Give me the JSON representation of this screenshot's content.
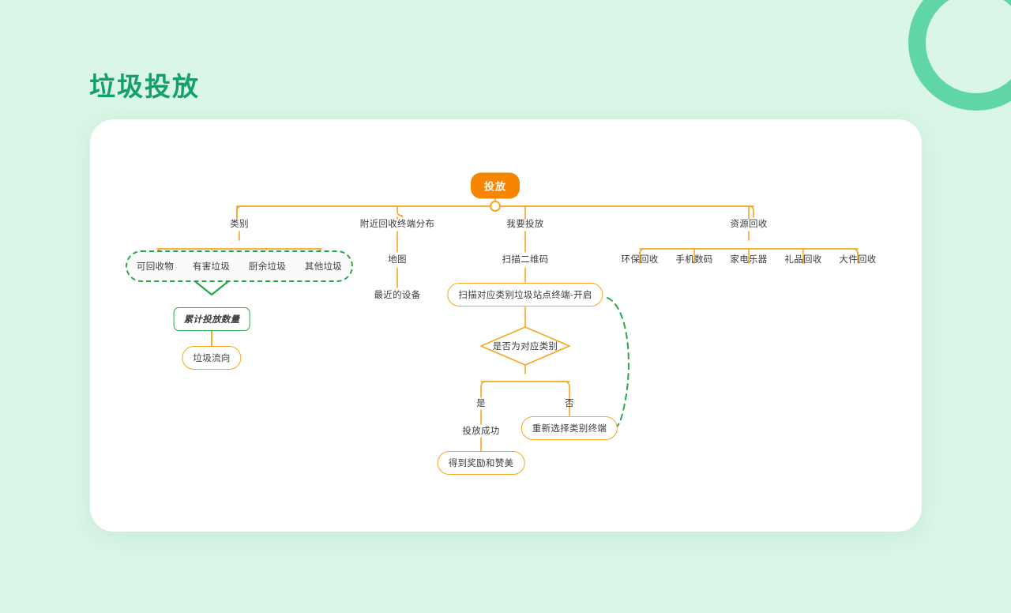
{
  "page": {
    "title": "垃圾投放",
    "title_color": "#14a06a",
    "background_color": "#d9f6e6",
    "card_color": "#ffffff",
    "accent_orange": "#f5a623",
    "accent_green": "#23a94a"
  },
  "decor": {
    "ring_name": "green-ring-decoration"
  },
  "chart_data": {
    "type": "diagram",
    "title": "垃圾投放",
    "root": "投放",
    "branches": [
      {
        "label": "类别",
        "children": [
          "可回收物",
          "有害垃圾",
          "厨余垃圾",
          "其他垃圾"
        ],
        "grouped_dashed": true,
        "flow": [
          "累计投放数量",
          "垃圾流向"
        ]
      },
      {
        "label": "附近回收终端分布",
        "chain": [
          "地图",
          "最近的设备"
        ]
      },
      {
        "label": "我要投放",
        "chain": [
          "扫描二维码",
          "扫描对应类别垃圾站点终端-开启"
        ],
        "decision": "是否为对应类别",
        "yes_label": "是",
        "no_label": "否",
        "yes_path": [
          "投放成功",
          "得到奖励和赞美"
        ],
        "no_path": [
          "重新选择类别终端"
        ],
        "loop_back_to": "扫描对应类别垃圾站点终端-开启"
      },
      {
        "label": "资源回收",
        "children": [
          "环保回收",
          "手机数码",
          "家电乐器",
          "礼品回收",
          "大件回收"
        ]
      }
    ]
  },
  "nodes": {
    "root": "投放",
    "b1_label": "类别",
    "b1_c1": "可回收物",
    "b1_c2": "有害垃圾",
    "b1_c3": "厨余垃圾",
    "b1_c4": "其他垃圾",
    "b1_sum": "累计投放数量",
    "b1_flow": "垃圾流向",
    "b2_label": "附近回收终端分布",
    "b2_c1": "地图",
    "b2_c2": "最近的设备",
    "b3_label": "我要投放",
    "b3_c1": "扫描二维码",
    "b3_c2": "扫描对应类别垃圾站点终端-开启",
    "b3_decision": "是否为对应类别",
    "b3_yes": "是",
    "b3_no": "否",
    "b3_yes_1": "投放成功",
    "b3_yes_2": "得到奖励和赞美",
    "b3_no_1": "重新选择类别终端",
    "b4_label": "资源回收",
    "b4_c1": "环保回收",
    "b4_c2": "手机数码",
    "b4_c3": "家电乐器",
    "b4_c4": "礼品回收",
    "b4_c5": "大件回收"
  }
}
